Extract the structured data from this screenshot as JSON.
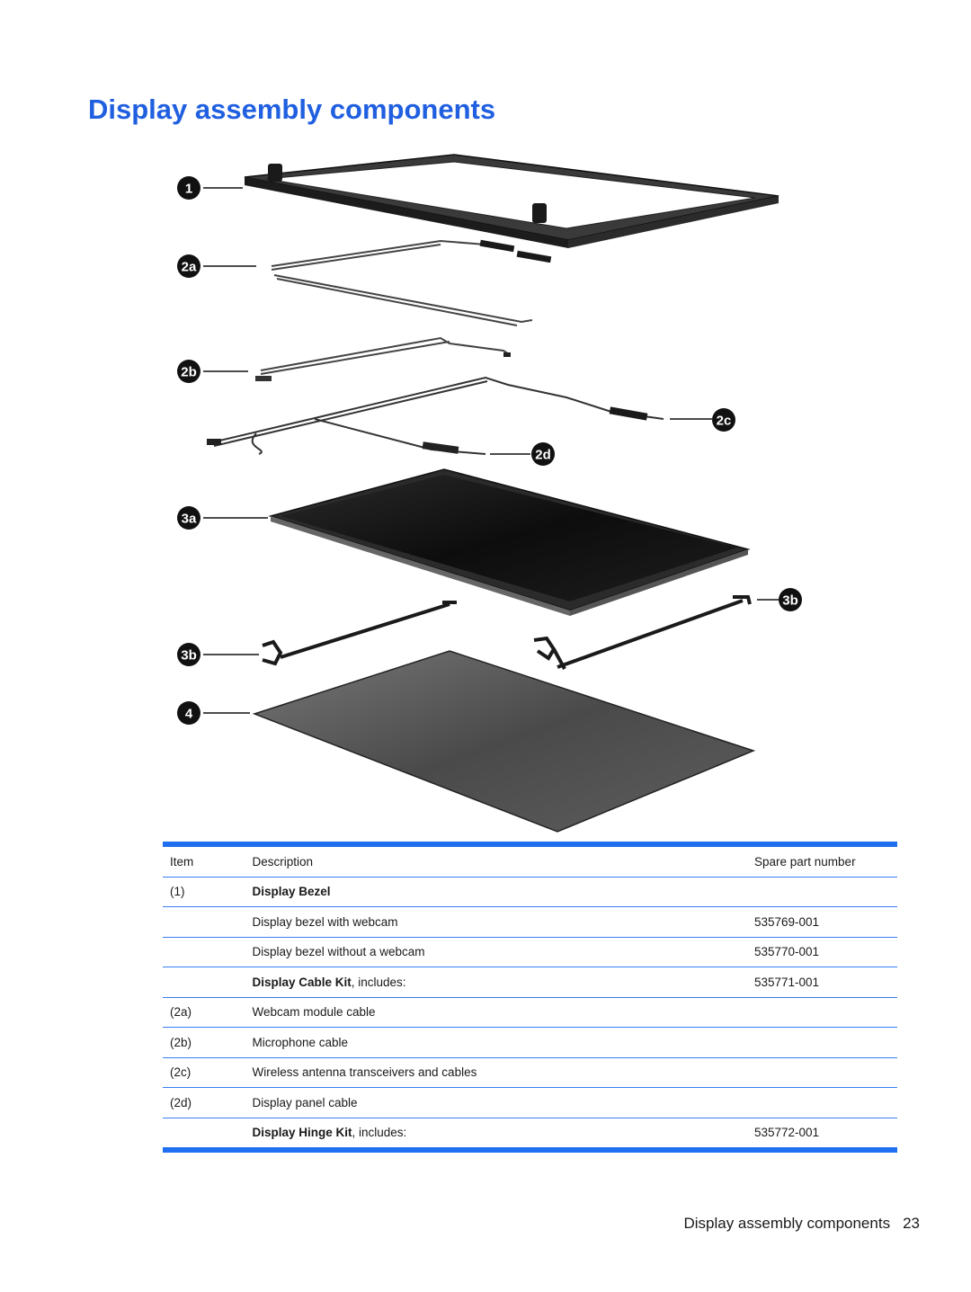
{
  "title": "Display assembly components",
  "callouts": {
    "c1": "1",
    "c2a": "2a",
    "c2b": "2b",
    "c2c": "2c",
    "c2d": "2d",
    "c3a": "3a",
    "c3b_right": "3b",
    "c3b_left": "3b",
    "c4": "4"
  },
  "table": {
    "headers": {
      "item": "Item",
      "description": "Description",
      "part": "Spare part number"
    },
    "rows": [
      {
        "item": "(1)",
        "desc_bold": "Display Bezel",
        "desc": "",
        "part": ""
      },
      {
        "item": "",
        "desc_bold": "",
        "desc": "Display bezel with webcam",
        "part": "535769-001"
      },
      {
        "item": "",
        "desc_bold": "",
        "desc": "Display bezel without a webcam",
        "part": "535770-001"
      },
      {
        "item": "",
        "desc_bold": "Display Cable Kit",
        "desc": ", includes:",
        "part": "535771-001"
      },
      {
        "item": "(2a)",
        "desc_bold": "",
        "desc": "Webcam module cable",
        "part": ""
      },
      {
        "item": "(2b)",
        "desc_bold": "",
        "desc": "Microphone cable",
        "part": ""
      },
      {
        "item": "(2c)",
        "desc_bold": "",
        "desc": "Wireless antenna transceivers and cables",
        "part": ""
      },
      {
        "item": "(2d)",
        "desc_bold": "",
        "desc": "Display panel cable",
        "part": ""
      },
      {
        "item": "",
        "desc_bold": "Display Hinge Kit",
        "desc": ", includes:",
        "part": "535772-001"
      }
    ]
  },
  "footer": {
    "section": "Display assembly components",
    "page": "23"
  },
  "colors": {
    "heading": "#1f5fe0",
    "table_rule": "#1f6ff0"
  }
}
